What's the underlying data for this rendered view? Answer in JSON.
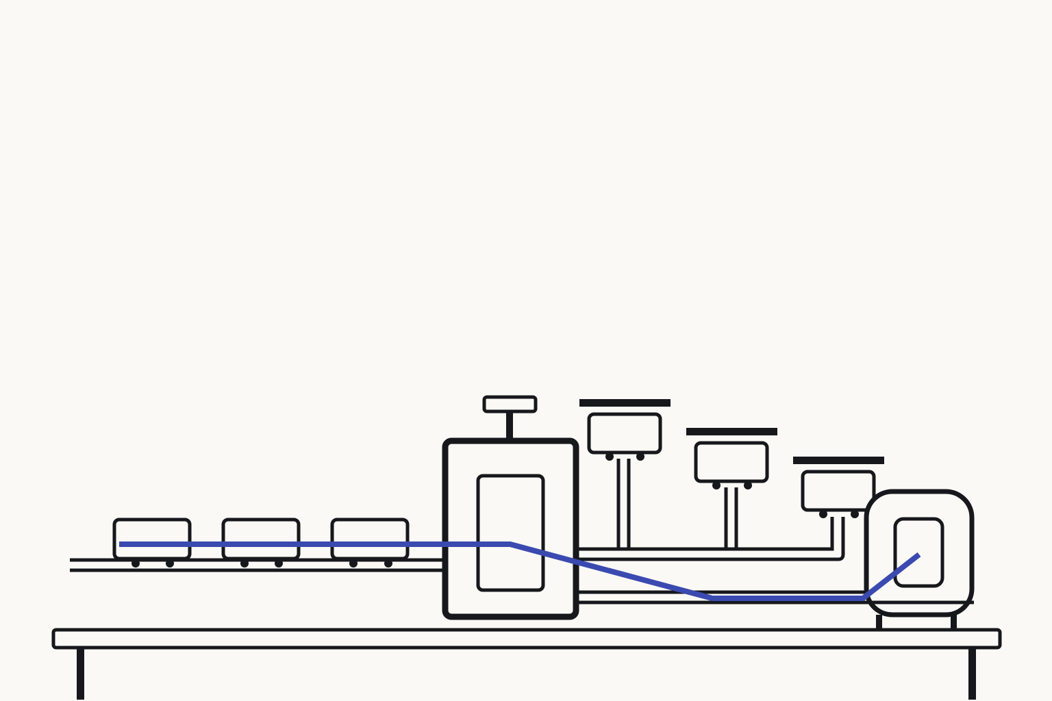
{
  "diagram": {
    "description_text": "",
    "colors": {
      "background": "#faf9f5",
      "ink": "#17181c",
      "flow_line": "#3a4ab0"
    },
    "components": {
      "incoming_carts": 3,
      "overhead_stations": 3,
      "central_machine": 1,
      "output_drum": 1,
      "workbench": 1
    }
  }
}
